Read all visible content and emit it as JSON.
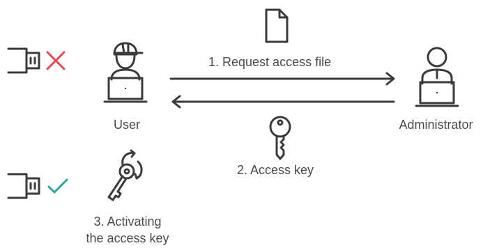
{
  "diagram": {
    "labels": {
      "user": "User",
      "administrator": "Administrator",
      "step1": "1. Request access file",
      "step2": "2. Access key",
      "step3_line1": "3. Activating",
      "step3_line2": "the access key"
    },
    "colors": {
      "stroke": "#3a3a3a",
      "denied": "#e8454c",
      "approved": "#2aa59a"
    },
    "icons": [
      "usb-device-icon",
      "cross-icon",
      "user-icon",
      "file-icon",
      "arrow-right-icon",
      "arrow-left-icon",
      "administrator-icon",
      "key-icon",
      "usb-device-icon",
      "check-icon",
      "key-activation-icon"
    ]
  }
}
